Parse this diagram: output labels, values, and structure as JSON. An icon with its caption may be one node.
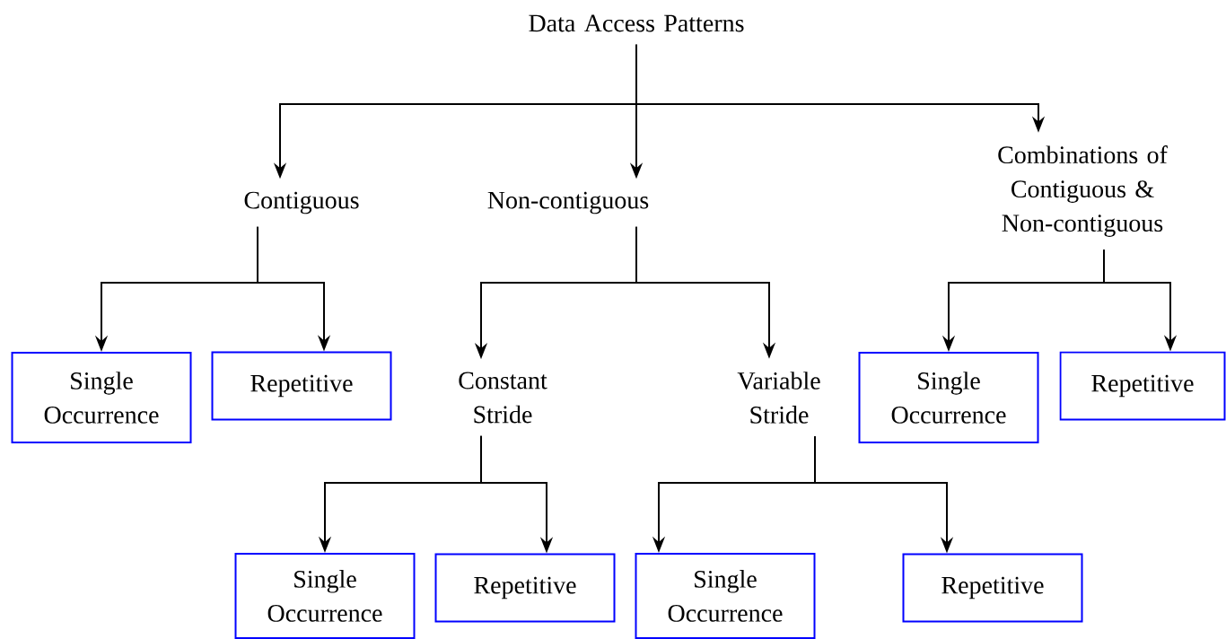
{
  "diagram": {
    "nodes": [
      {
        "text": [
          "Data Access Patterns"
        ]
      },
      {
        "text": [
          "Contiguous"
        ]
      },
      {
        "text": [
          "Non-contiguous"
        ]
      },
      {
        "text": [
          "Combinations of Contiguous & Non-contiguous"
        ]
      },
      {
        "text": [
          "Single Occurrence"
        ]
      },
      {
        "text": [
          "Repetitive"
        ]
      },
      {
        "text": [
          "Constant Stride"
        ]
      },
      {
        "text": [
          "Variable Stride"
        ]
      },
      {
        "text": [
          "Single Occurrence"
        ]
      },
      {
        "text": [
          "Repetitive"
        ]
      },
      {
        "text": [
          "Single Occurrence"
        ]
      },
      {
        "text": [
          "Repetitive"
        ]
      },
      {
        "text": [
          "Single Occurrence"
        ]
      },
      {
        "text": [
          "Repetitive"
        ]
      }
    ],
    "edges": [
      {
        "from": 0,
        "to": 1,
        "arrow": "to"
      },
      {
        "from": 0,
        "to": 2,
        "arrow": "to"
      },
      {
        "from": 0,
        "to": 3,
        "arrow": "to"
      },
      {
        "from": 1,
        "to": 4,
        "arrow": "to"
      },
      {
        "from": 1,
        "to": 5,
        "arrow": "to"
      },
      {
        "from": 2,
        "to": 6,
        "arrow": "to"
      },
      {
        "from": 2,
        "to": 7,
        "arrow": "to"
      },
      {
        "from": 3,
        "to": 8,
        "arrow": "to"
      },
      {
        "from": 3,
        "to": 9,
        "arrow": "to"
      },
      {
        "from": 6,
        "to": 10,
        "arrow": "to"
      },
      {
        "from": 6,
        "to": 11,
        "arrow": "to"
      },
      {
        "from": 7,
        "to": 12,
        "arrow": "to"
      },
      {
        "from": 7,
        "to": 13,
        "arrow": "to"
      }
    ]
  }
}
